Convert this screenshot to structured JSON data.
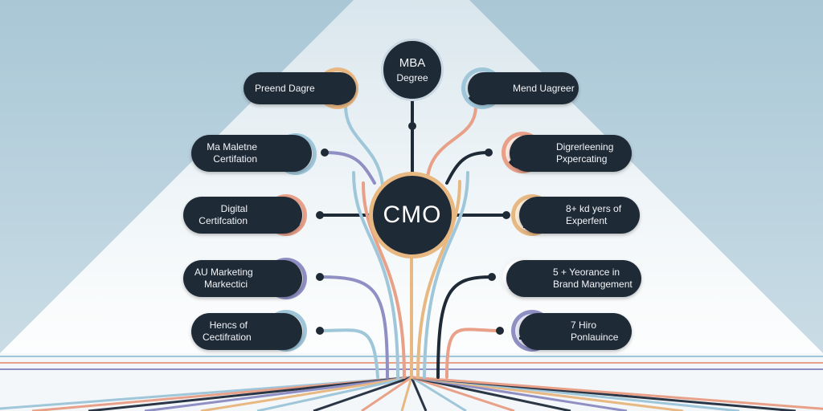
{
  "colors": {
    "background": "#b5cfdc",
    "light_beam": "#e8f0f4",
    "node_dark": "#1f2a37",
    "accent_peach": "#e8b883",
    "accent_salmon": "#e8a089",
    "accent_blue": "#9fc6d9",
    "accent_lavender": "#8f8fc4"
  },
  "top_node": {
    "line1": "MBA",
    "line2": "Degree"
  },
  "center_node": {
    "label": "CMO"
  },
  "left_nodes": [
    {
      "lines": [
        "Preend Dagre"
      ],
      "icon": "man-portrait-icon"
    },
    {
      "lines": [
        "Ma Maletne",
        "Certifation"
      ],
      "icon": "building-icon"
    },
    {
      "lines": [
        "Digital",
        "Certifcation"
      ],
      "icon": "businessman-icon"
    },
    {
      "lines": [
        "AU Marketing",
        "Markectici"
      ],
      "icon": "chart-growth-icon"
    },
    {
      "lines": [
        "Hencs of",
        "Cectifration"
      ],
      "icon": "woman-desk-icon"
    }
  ],
  "right_nodes": [
    {
      "lines": [
        "Mend Uagreer"
      ],
      "icon": "man-glasses-icon"
    },
    {
      "lines": [
        "Digrerleening",
        "Pxpercating"
      ],
      "icon": "man-smiling-icon"
    },
    {
      "lines": [
        "8+ kd yers of",
        "Experfent"
      ],
      "icon": "person-desk-icon"
    },
    {
      "lines": [
        "5 + Yeorance in",
        "Brand Mangement"
      ],
      "icon": "person-silhouette-icon"
    },
    {
      "lines": [
        "7 Hiro",
        "Ponlauince"
      ],
      "icon": "people-meeting-icon"
    }
  ]
}
